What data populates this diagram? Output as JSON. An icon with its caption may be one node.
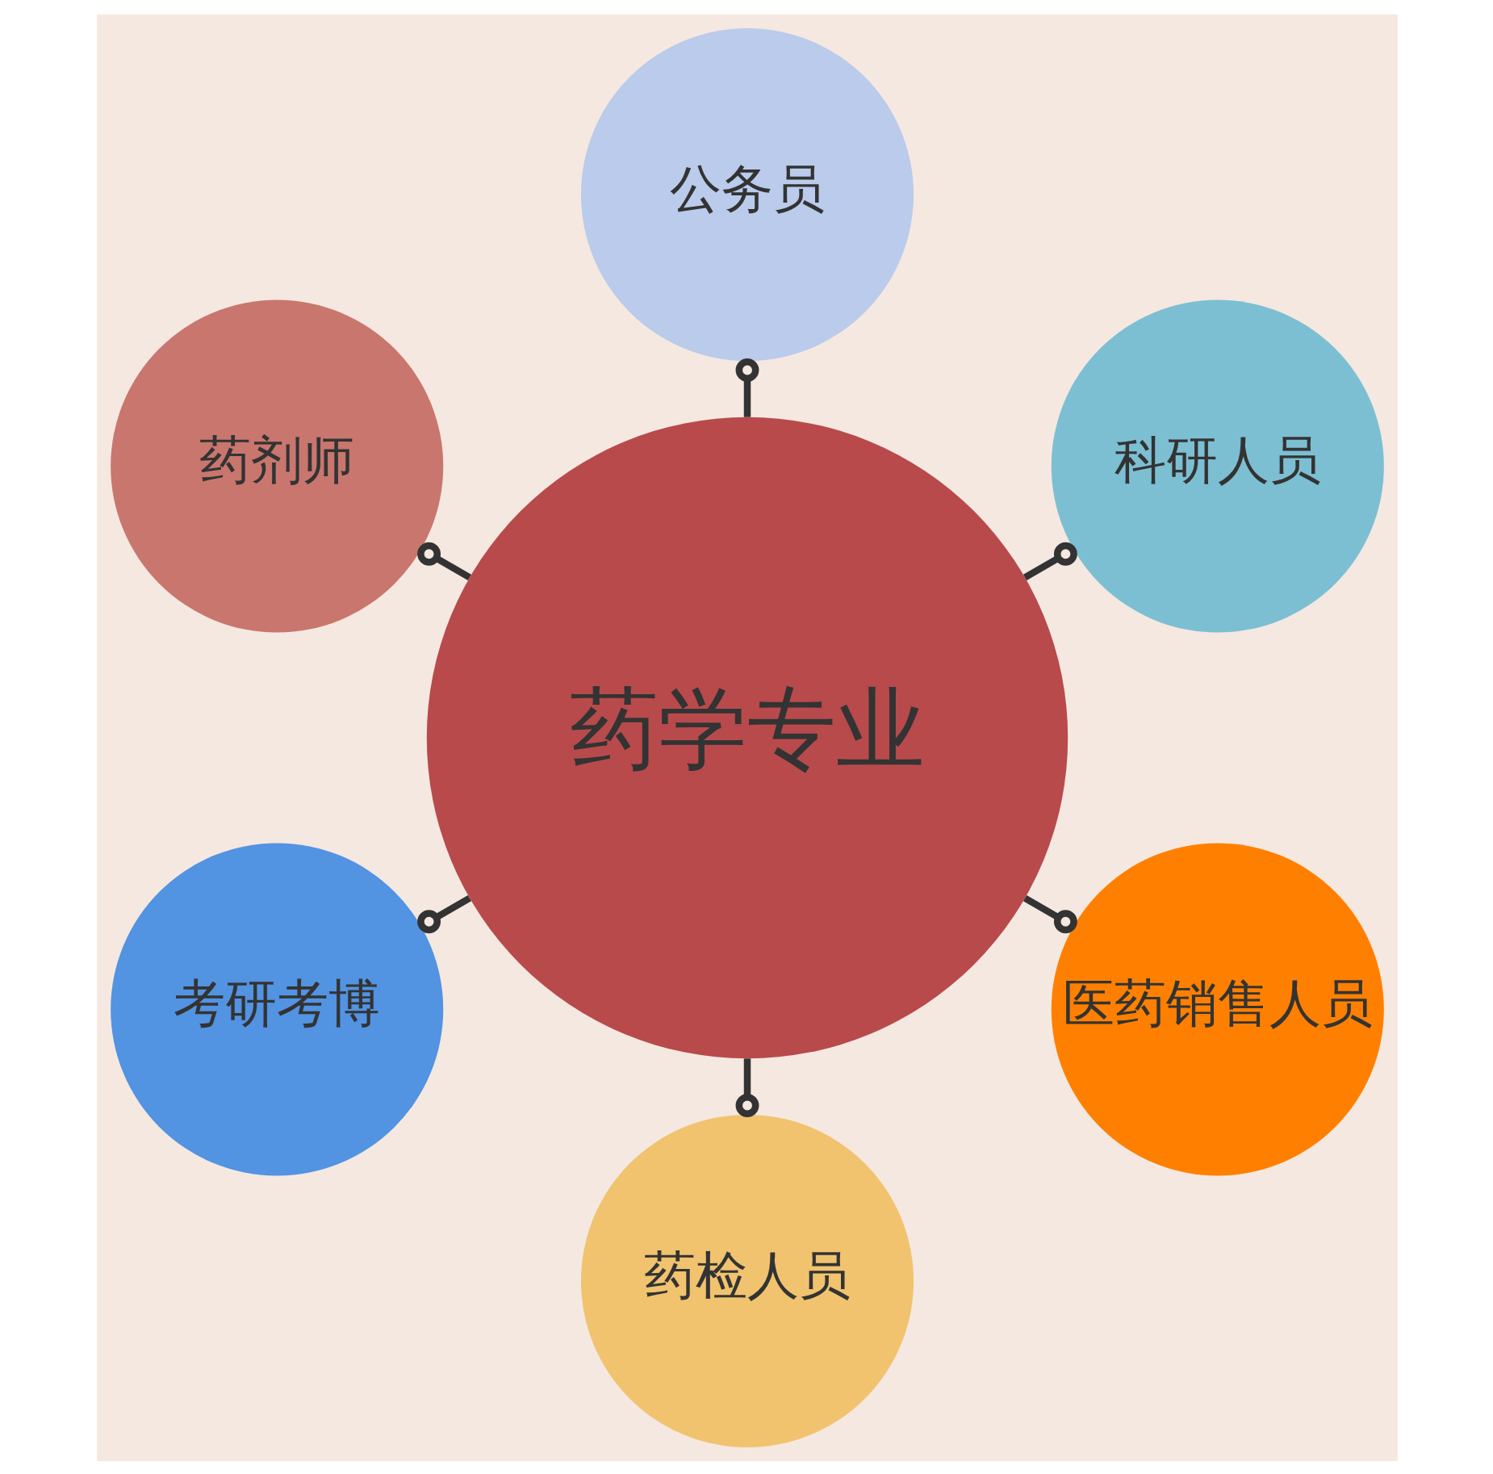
{
  "diagram": {
    "nodes": [
      {
        "text": [
          "科研人员"
        ]
      },
      {
        "text": [
          "公务员"
        ]
      },
      {
        "text": [
          "药剂师"
        ]
      },
      {
        "text": [
          "药学专业"
        ]
      },
      {
        "text": [
          "考研考博"
        ]
      },
      {
        "text": [
          "药检人员"
        ]
      },
      {
        "text": [
          "医药销售人员"
        ]
      }
    ],
    "edges": [
      {
        "from": 3,
        "to": 0,
        "arrow": "other"
      },
      {
        "from": 3,
        "to": 2,
        "arrow": "other"
      },
      {
        "from": 3,
        "to": 5,
        "arrow": "other"
      },
      {
        "from": 3,
        "to": 6,
        "arrow": "other"
      },
      {
        "from": 3,
        "to": 4,
        "arrow": "other"
      },
      {
        "from": 3,
        "to": 1,
        "arrow": "other"
      }
    ]
  }
}
